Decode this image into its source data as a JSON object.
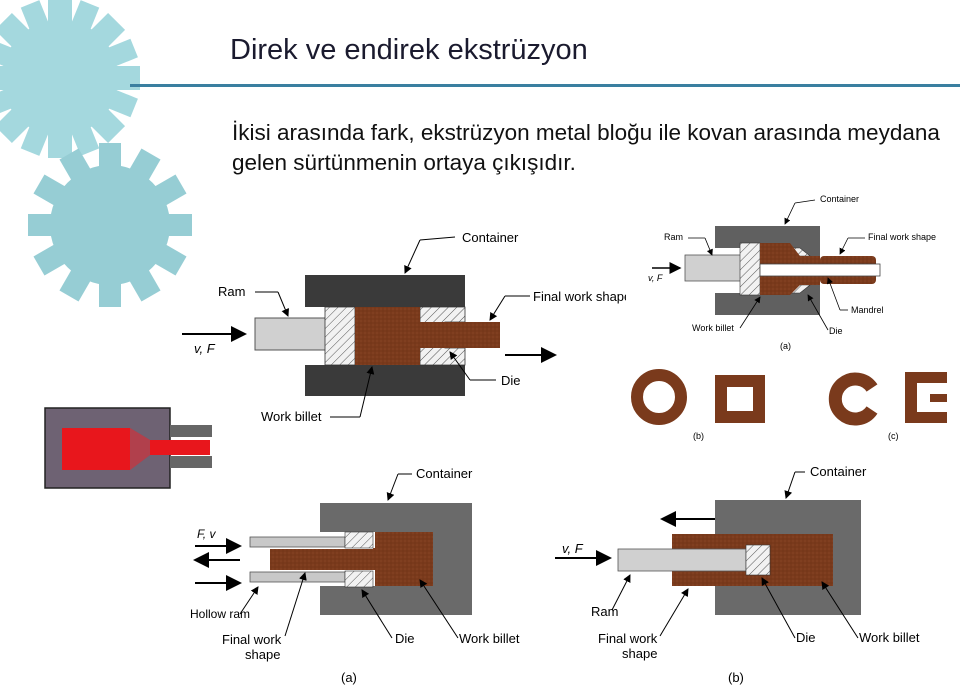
{
  "slide": {
    "title": "Direk ve endirek ekstrüzyon",
    "paragraph_line1": "İkisi arasında fark, ekstrüzyon metal bloğu ile kovan arasında meydana",
    "paragraph_line2": "gelen sürtünmenin ortaya çıkışıdır."
  },
  "colors": {
    "accent_line": "#3a7fa0",
    "gear": "#9fd6dc",
    "billet": "#7a3a1c",
    "container": "#3b3b3b",
    "hot_billet": "#e8161c"
  },
  "fig_direct_main": {
    "container": "Container",
    "ram": "Ram",
    "force": "v, F",
    "final_work_shape": "Final work shape",
    "die": "Die",
    "work_billet": "Work billet"
  },
  "fig_top_right": {
    "container": "Container",
    "ram": "Ram",
    "final_work_shape": "Final work shape",
    "force": "v, F",
    "work_billet": "Work billet",
    "die": "Die",
    "mandrel": "Mandrel",
    "caption_a": "(a)",
    "caption_b": "(b)",
    "caption_c": "(c)"
  },
  "fig_indirect_a": {
    "container": "Container",
    "force": "F, v",
    "hollow_ram": "Hollow ram",
    "final_work_line1": "Final work",
    "final_work_line2": "shape",
    "die": "Die",
    "work_billet": "Work billet",
    "caption": "(a)"
  },
  "fig_indirect_b": {
    "container": "Container",
    "force": "v, F",
    "ram": "Ram",
    "final_work_line1": "Final work",
    "final_work_line2": "shape",
    "die": "Die",
    "work_billet": "Work billet",
    "caption": "(b)"
  }
}
